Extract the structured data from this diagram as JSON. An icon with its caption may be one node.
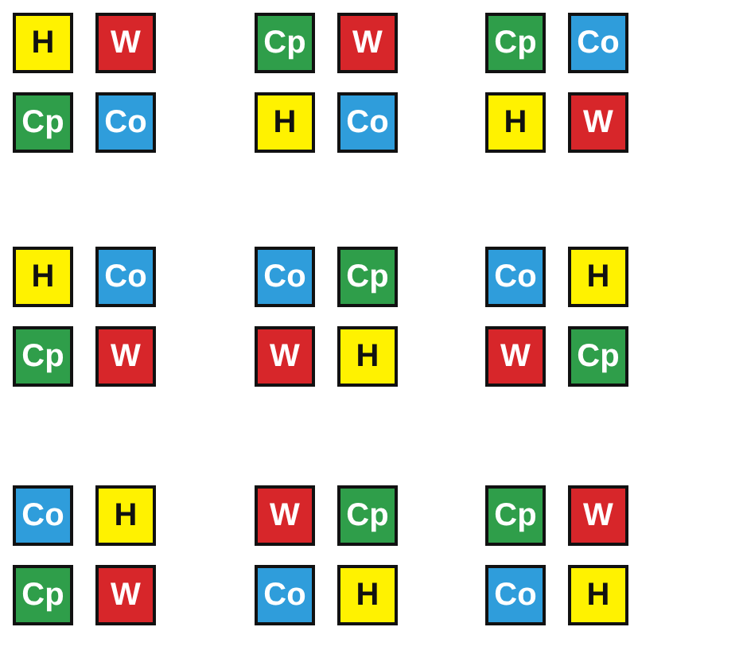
{
  "diagram": {
    "nodes": [
      {
        "text": [
          "H"
        ]
      },
      {
        "text": [
          "W"
        ]
      },
      {
        "text": [
          "Cp"
        ]
      },
      {
        "text": [
          "Co"
        ]
      },
      {
        "text": [
          "Cp"
        ]
      },
      {
        "text": [
          "W"
        ]
      },
      {
        "text": [
          "H"
        ]
      },
      {
        "text": [
          "Co"
        ]
      },
      {
        "text": [
          "Cp"
        ]
      },
      {
        "text": [
          "Co"
        ]
      },
      {
        "text": [
          "H"
        ]
      },
      {
        "text": [
          "W"
        ]
      },
      {
        "text": [
          "H"
        ]
      },
      {
        "text": [
          "Co"
        ]
      },
      {
        "text": [
          "Cp"
        ]
      },
      {
        "text": [
          "W"
        ]
      },
      {
        "text": [
          "Co"
        ]
      },
      {
        "text": [
          "Cp"
        ]
      },
      {
        "text": [
          "W"
        ]
      },
      {
        "text": [
          "H"
        ]
      },
      {
        "text": [
          "Co"
        ]
      },
      {
        "text": [
          "H"
        ]
      },
      {
        "text": [
          "W"
        ]
      },
      {
        "text": [
          "Cp"
        ]
      },
      {
        "text": [
          "Co"
        ]
      },
      {
        "text": [
          "H"
        ]
      },
      {
        "text": [
          "Cp"
        ]
      },
      {
        "text": [
          "W"
        ]
      },
      {
        "text": [
          "W"
        ]
      },
      {
        "text": [
          "Cp"
        ]
      },
      {
        "text": [
          "Co"
        ]
      },
      {
        "text": [
          "H"
        ]
      },
      {
        "text": [
          "Cp"
        ]
      },
      {
        "text": [
          "W"
        ]
      },
      {
        "text": [
          "Co"
        ]
      },
      {
        "text": [
          "H"
        ]
      }
    ]
  }
}
